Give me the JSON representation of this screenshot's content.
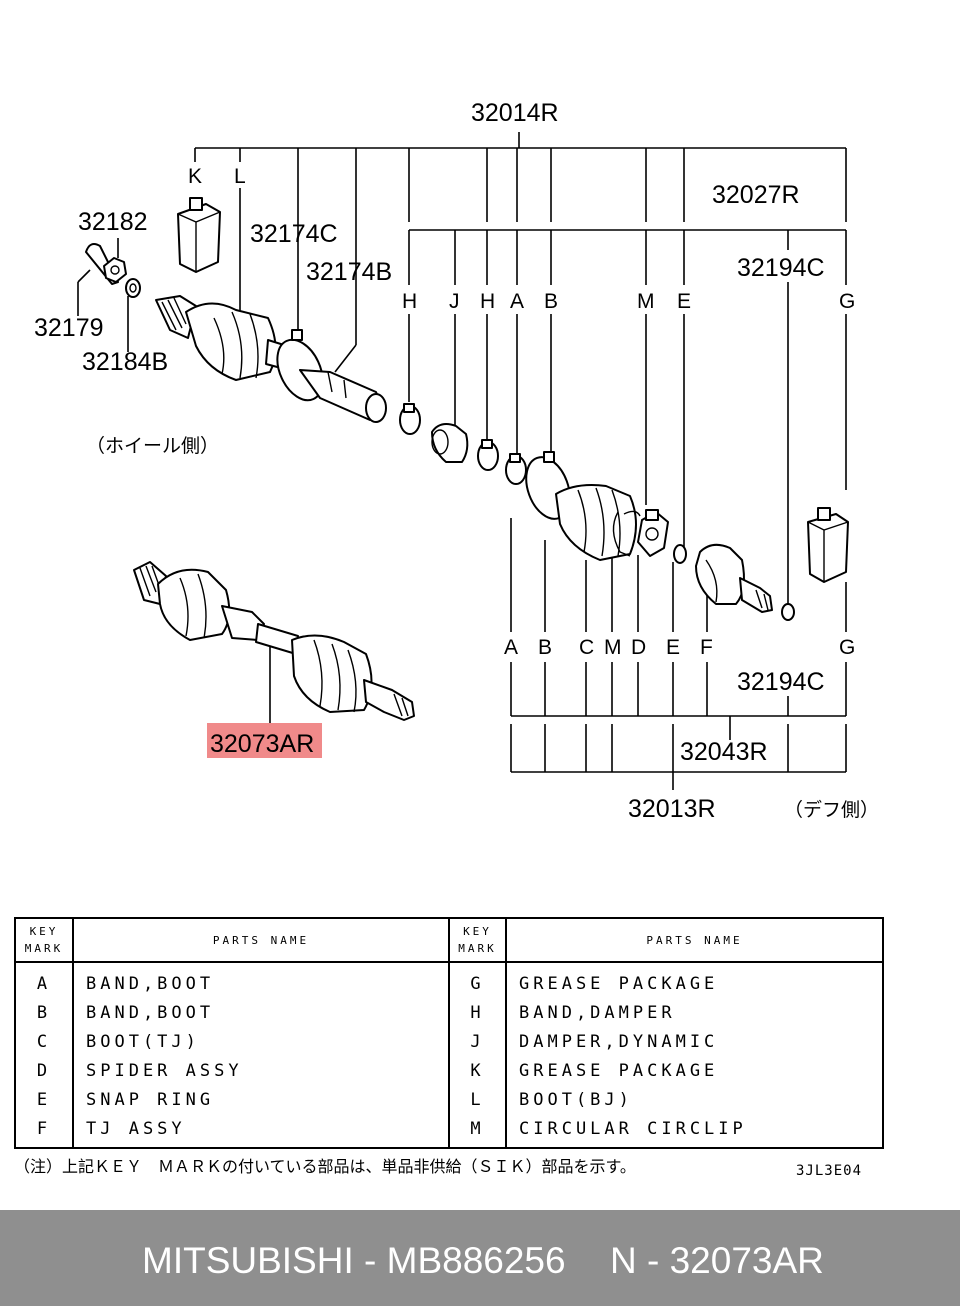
{
  "diagram": {
    "callouts": {
      "assy_outer": "32014R",
      "assy_inner_boot": "32027R",
      "p32182": "32182",
      "p32174C": "32174C",
      "p32174B": "32174B",
      "p32194C_top": "32194C",
      "p32179": "32179",
      "p32184B": "32184B",
      "p32194C_bottom": "32194C",
      "highlighted": "32073AR",
      "p32043R": "32043R",
      "p32013R": "32013R"
    },
    "top_letters": [
      "K",
      "L"
    ],
    "row_letters_upper": [
      "H",
      "J",
      "H",
      "A",
      "B",
      "M",
      "E",
      "G"
    ],
    "row_letters_lower": [
      "A",
      "B",
      "C",
      "M",
      "D",
      "E",
      "F",
      "G"
    ],
    "wheel_side": "（ホイール側）",
    "diff_side": "（デフ側）",
    "highlight_color": "#f08a8a"
  },
  "table": {
    "key_header_1": "KEY",
    "key_header_2": "MARK",
    "name_header": "PARTS NAME",
    "left": [
      {
        "key": "A",
        "name": "BAND,BOOT"
      },
      {
        "key": "B",
        "name": "BAND,BOOT"
      },
      {
        "key": "C",
        "name": "BOOT(TJ)"
      },
      {
        "key": "D",
        "name": "SPIDER ASSY"
      },
      {
        "key": "E",
        "name": "SNAP RING"
      },
      {
        "key": "F",
        "name": "TJ ASSY"
      }
    ],
    "right": [
      {
        "key": "G",
        "name": "GREASE PACKAGE"
      },
      {
        "key": "H",
        "name": "BAND,DAMPER"
      },
      {
        "key": "J",
        "name": "DAMPER,DYNAMIC"
      },
      {
        "key": "K",
        "name": "GREASE PACKAGE"
      },
      {
        "key": "L",
        "name": "BOOT(BJ)"
      },
      {
        "key": "M",
        "name": "CIRCULAR CIRCLIP"
      }
    ]
  },
  "footnote": "（注）上記ＫＥＹ　ＭＡＲＫの付いている部品は、単品非供給（ＳＩＫ）部品を示す。",
  "drawing_code": "3JL3E04",
  "bar": {
    "brand_part": "MITSUBISHI - MB886256",
    "ref_code": "N - 32073AR"
  }
}
